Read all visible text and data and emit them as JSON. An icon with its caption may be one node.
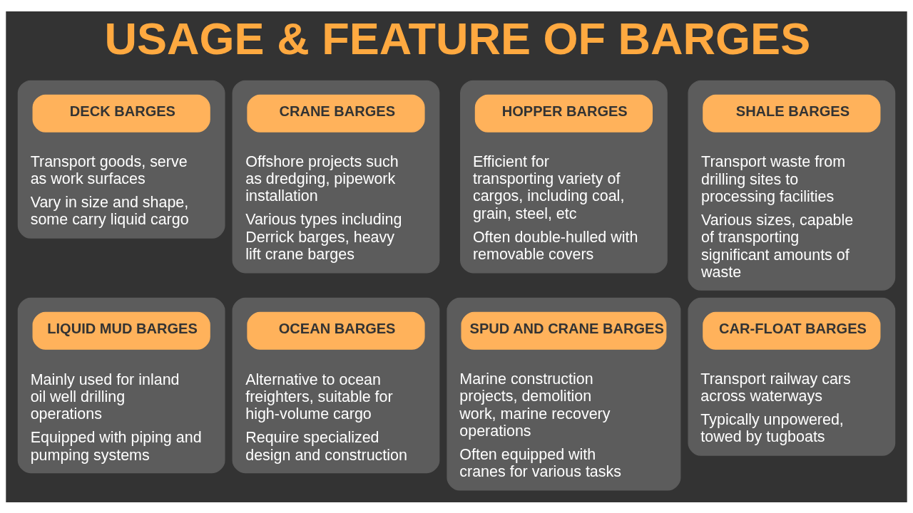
{
  "diagram": {
    "title": "USAGE & FEATURE OF BARGES",
    "nodes": [
      {
        "text": [
          "Transport goods, serve as work surfaces",
          "Vary in size and shape, some carry liquid cargo"
        ]
      },
      {
        "text": [
          "DECK BARGES"
        ],
        "in": 0
      },
      {
        "text": [
          "Offshore projects such as dredging, pipework installation",
          "Various types including Derrick barges, heavy lift crane barges"
        ]
      },
      {
        "text": [
          "CRANE BARGES"
        ],
        "in": 2
      },
      {
        "text": [
          "Efficient for transporting variety of cargos, including coal, grain, steel, etc",
          "Often double-hulled with removable covers"
        ]
      },
      {
        "text": [
          "HOPPER BARGES"
        ],
        "in": 4
      },
      {
        "text": [
          "Transport waste from drilling sites to processing facilities",
          "Various sizes, capable of transporting significant amounts of waste"
        ]
      },
      {
        "text": [
          "SHALE BARGES"
        ],
        "in": 6
      },
      {
        "text": [
          "Mainly used for inland oil well drilling operations",
          "Equipped with piping and pumping systems"
        ]
      },
      {
        "text": [
          "LIQUID MUD BARGES"
        ],
        "in": 8
      },
      {
        "text": [
          "Alternative to ocean freighters, suitable for high-volume cargo",
          "Require specialized design and construction"
        ]
      },
      {
        "text": [
          "OCEAN BARGES"
        ],
        "in": 10
      },
      {
        "text": [
          "Marine construction projects, demolition work, marine recovery operations",
          "Often equipped with cranes for various tasks"
        ]
      },
      {
        "text": [
          "SPUD AND CRANE BARGES"
        ],
        "in": 12
      },
      {
        "text": [
          "Transport railway cars across waterways",
          "Typically unpowered, towed by tugboats"
        ]
      },
      {
        "text": [
          "CAR-FLOAT BARGES"
        ],
        "in": 14
      }
    ]
  }
}
